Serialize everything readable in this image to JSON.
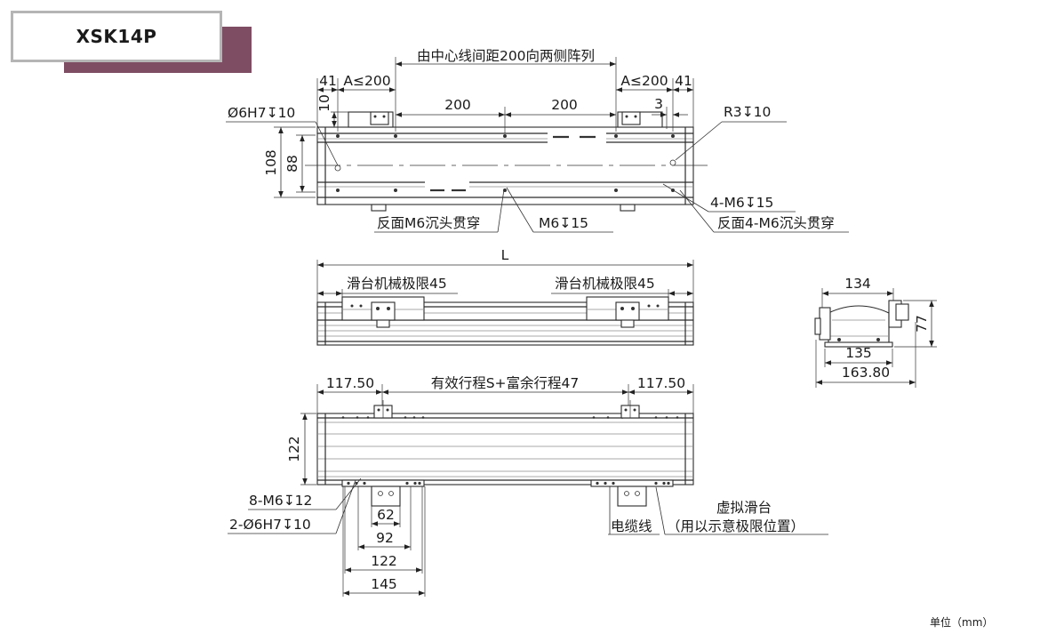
{
  "title": "XSK14P",
  "top_view": {
    "array_note": "由中心线间距200向两侧阵列",
    "left_end": "41",
    "left_a": "A≤200",
    "right_a": "A≤200",
    "right_end": "41",
    "pitch_left": "200",
    "pitch_right": "200",
    "dim_10": "10",
    "dim_3": "3",
    "pin_hole": "Ø6H7↧10",
    "overall_height": "108",
    "rail_height": "88",
    "radius_note": "R3↧10",
    "tap_4m6": "4-M6↧15",
    "back_m6": "反面M6沉头贯穿",
    "tap_m6": "M6↧15",
    "back_4m6": "反面4-M6沉头贯穿"
  },
  "side_view": {
    "length": "L",
    "limit_left": "滑台机械极限45",
    "limit_right": "滑台机械极限45"
  },
  "end_view": {
    "width_top": "134",
    "height": "77",
    "width_base": "135",
    "width_overall": "163.80"
  },
  "bottom_view": {
    "end_left": "117.50",
    "stroke_note": "有效行程S+富余行程47",
    "end_right": "117.50",
    "width": "122",
    "tap_holes": "8-M6↧12",
    "pin_holes": "2-Ø6H7↧10",
    "dim_62": "62",
    "dim_92": "92",
    "dim_122": "122",
    "dim_145": "145",
    "cable_label": "电缆线",
    "virtual_slider": "虚拟滑台",
    "virtual_slider_note": "（用以示意极限位置）"
  },
  "unit_note": "单位（mm）"
}
